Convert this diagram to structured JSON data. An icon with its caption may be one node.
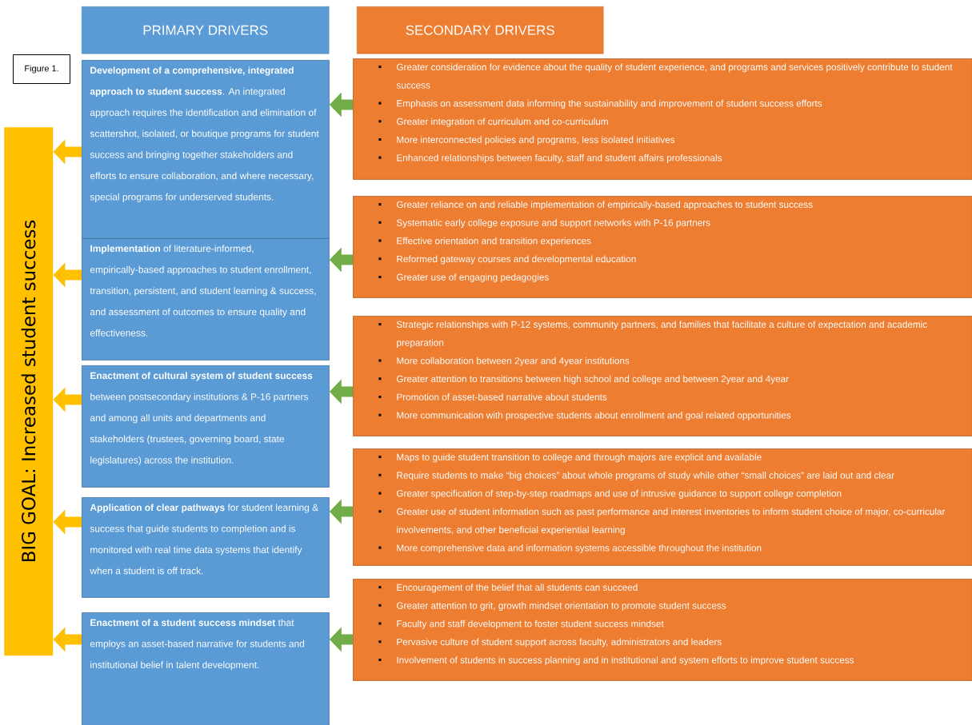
{
  "diagram": {
    "nodes": [
      {
        "text": [
          "PRIMARY DRIVERS"
        ]
      },
      {
        "text": [
          "SECONDARY DRIVERS"
        ]
      },
      {
        "text": [
          "Figure 1."
        ]
      },
      {
        "text": [
          "BIG GOAL: Increased student success"
        ]
      },
      {
        "text": [
          "**Development of a comprehensive, integrated approach to student success**. An integrated approach requires the identification and elimination of scattershot, isolated, or boutique programs for student success and bringing together stakeholders and efforts to ensure collaboration, and where necessary, special programs for underserved students."
        ]
      },
      {
        "text": [
          "**Implementation** of literature-informed, empirically-based approaches to student enrollment, transition, persistent, and student learning & success, and assessment of outcomes to ensure quality and effectiveness."
        ]
      },
      {
        "text": [
          "**Enactment of cultural system of student success** between postsecondary institutions & P-16 partners and among all units and departments and stakeholders (trustees, governing board, state legislatures) across the institution."
        ]
      },
      {
        "text": [
          "**Application of clear pathways** for student learning & success that guide students to completion and is monitored with real time data systems that identify when a student is off track."
        ]
      },
      {
        "text": [
          "**Enactment of a student success mindset** that employs an asset-based narrative for students and institutional belief in talent development."
        ]
      },
      {
        "text": [
          "Greater consideration for evidence about the quality of student experience, and programs and services positively contribute to student success",
          "Emphasis on assessment data informing the sustainability and improvement of student success efforts",
          "Greater integration of curriculum and co-curriculum",
          "More interconnected policies and programs, less isolated initiatives",
          "Enhanced relationships between faculty, staff and student affairs professionals"
        ]
      },
      {
        "text": [
          "Greater reliance on and reliable implementation of empirically-based approaches to student success",
          "Systematic early college exposure and support networks with P-16 partners",
          "Effective orientation and transition experiences",
          "Reformed gateway courses and developmental education",
          "Greater use of engaging pedagogies"
        ]
      },
      {
        "text": [
          "Strategic relationships with P-12 systems, community partners, and families that facilitate a culture of expectation and academic preparation",
          "More collaboration between 2year and 4year institutions",
          "Greater attention to transitions between high school and college and between 2year and 4year",
          "Promotion of asset-based narrative about students",
          "More communication with prospective students about enrollment and goal related opportunities"
        ]
      },
      {
        "text": [
          "Maps to guide student transition to college and through majors are explicit and available",
          "Require students to make “big choices” about whole programs of study while other “small choices” are laid out and clear",
          "Greater specification of step-by-step roadmaps and use of intrusive guidance to support college completion",
          "Greater use of student information such as past performance and interest inventories to inform student choice of major, co-curricular involvements, and other beneficial experiential learning",
          "More comprehensive data and information systems accessible throughout the institution"
        ]
      },
      {
        "text": [
          "Encouragement of the belief that all students can succeed",
          "Greater attention to grit, growth mindset orientation to promote student success",
          "Faculty and staff development to foster student success mindset",
          "Pervasive culture of student support across faculty, administrators and leaders",
          "Involvement of students in success planning and in institutional and system efforts to improve student success"
        ]
      }
    ],
    "edges": [
      {
        "from": 9,
        "to": 4,
        "arrow": "to",
        "color": "#70ad47"
      },
      {
        "from": 10,
        "to": 5,
        "arrow": "to",
        "color": "#70ad47"
      },
      {
        "from": 11,
        "to": 6,
        "arrow": "to",
        "color": "#70ad47"
      },
      {
        "from": 12,
        "to": 7,
        "arrow": "to",
        "color": "#70ad47"
      },
      {
        "from": 13,
        "to": 8,
        "arrow": "to",
        "color": "#70ad47"
      },
      {
        "from": 4,
        "to": 3,
        "arrow": "to",
        "color": "#ffc000"
      },
      {
        "from": 5,
        "to": 3,
        "arrow": "to",
        "color": "#ffc000"
      },
      {
        "from": 6,
        "to": 3,
        "arrow": "to",
        "color": "#ffc000"
      },
      {
        "from": 7,
        "to": 3,
        "arrow": "to",
        "color": "#ffc000"
      },
      {
        "from": 8,
        "to": 3,
        "arrow": "to",
        "color": "#ffc000"
      }
    ]
  }
}
